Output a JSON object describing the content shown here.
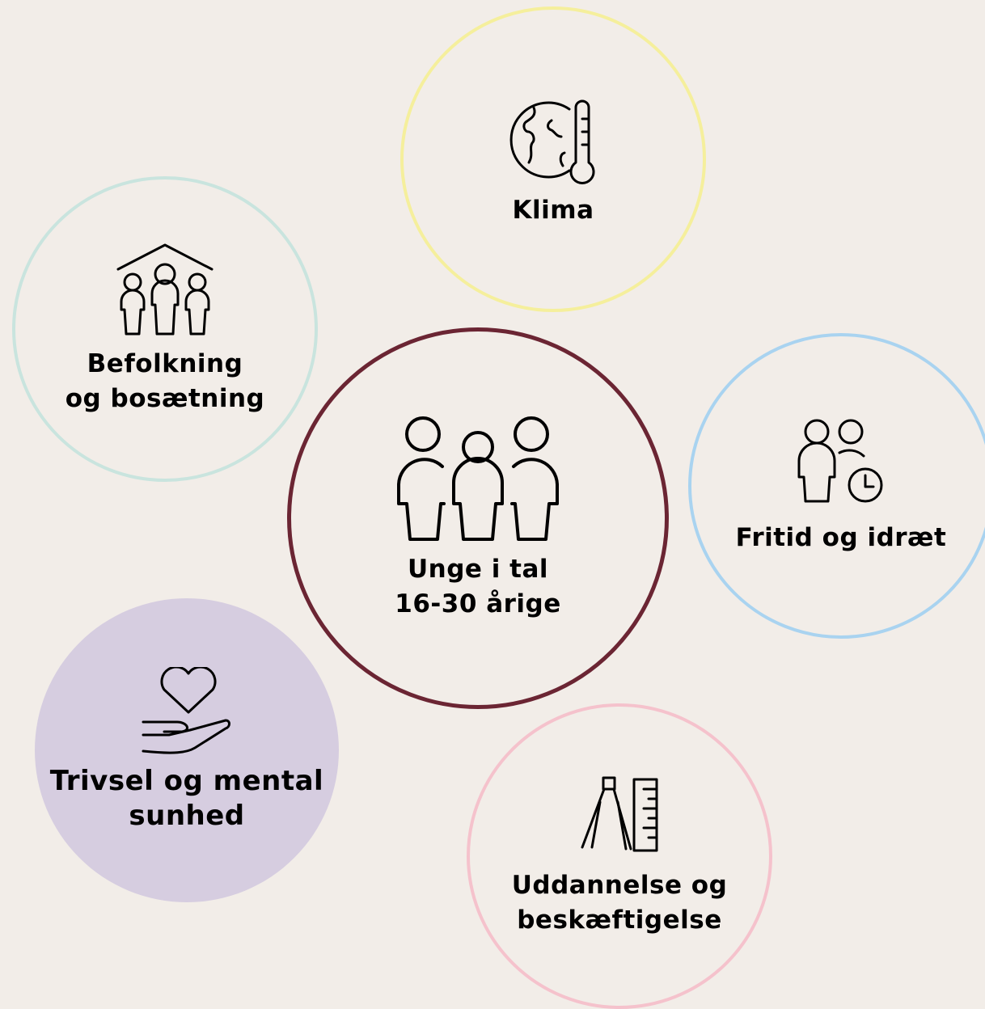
{
  "topics": {
    "klima": {
      "label": [
        "Klima"
      ],
      "icon": "globe-thermometer-icon",
      "color": "#f5ef9c"
    },
    "befolkning": {
      "label": [
        "Befolkning",
        "og bosætning"
      ],
      "icon": "family-house-icon",
      "color": "#c9e4de"
    },
    "unge": {
      "label": [
        "Unge i tal",
        "16-30 årige"
      ],
      "icon": "three-people-icon",
      "color": "#6b2533"
    },
    "fritid": {
      "label": [
        "Fritid og idræt"
      ],
      "icon": "people-clock-icon",
      "color": "#a9d3f0"
    },
    "trivsel": {
      "label": [
        "Trivsel og mental",
        "sunhed"
      ],
      "icon": "heart-hand-icon",
      "color": "#d6cde0"
    },
    "uddannelse": {
      "label": [
        "Uddannelse og",
        "beskæftigelse"
      ],
      "icon": "compass-ruler-icon",
      "color": "#f5c2cc"
    }
  }
}
